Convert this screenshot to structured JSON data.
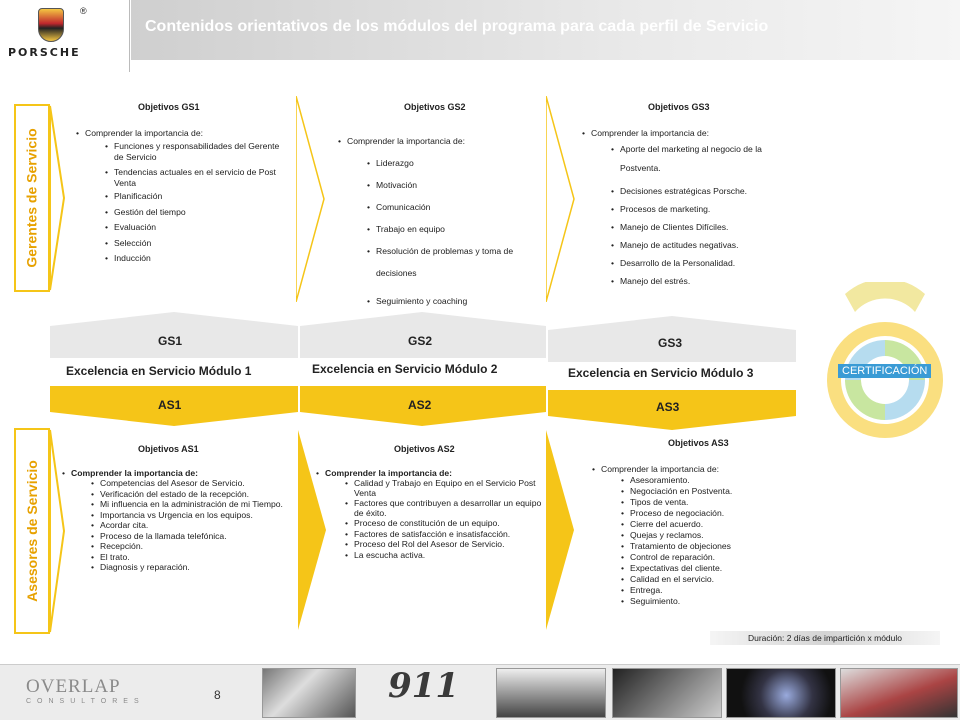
{
  "header": {
    "brand": "PORSCHE",
    "registered": "®",
    "title": "Contenidos orientativos de los módulos del programa para cada perfil de Servicio"
  },
  "side_labels": {
    "managers": "Gerentes de Servicio",
    "advisors": "Asesores de Servicio"
  },
  "gs1": {
    "title": "Objetivos GS1",
    "intro": "Comprender la importancia de:",
    "items": [
      "Funciones y responsabilidades del Gerente de Servicio",
      "Tendencias actuales en el servicio de Post Venta",
      "Planificación",
      "Gestión del tiempo",
      "Evaluación",
      "Selección",
      "Inducción"
    ]
  },
  "gs2": {
    "title": "Objetivos GS2",
    "intro": "Comprender la importancia de:",
    "items": [
      "Liderazgo",
      "Motivación",
      "Comunicación",
      "Trabajo en equipo",
      "Resolución de problemas y toma de decisiones",
      "Seguimiento y coaching"
    ]
  },
  "gs3": {
    "title": "Objetivos GS3",
    "intro": "Comprender la importancia de:",
    "items": [
      "Aporte del marketing al negocio de la Postventa.",
      "Decisiones estratégicas Porsche.",
      "Procesos de marketing.",
      "Manejo de Clientes Difíciles.",
      "Manejo de actitudes negativas.",
      "Desarrollo de la Personalidad.",
      "Manejo del estrés."
    ]
  },
  "modules": [
    {
      "top": "GS1",
      "name": "Excelencia en Servicio Módulo 1",
      "bottom": "AS1"
    },
    {
      "top": "GS2",
      "name": "Excelencia en Servicio Módulo 2",
      "bottom": "AS2"
    },
    {
      "top": "GS3",
      "name": "Excelencia en Servicio Módulo 3",
      "bottom": "AS3"
    }
  ],
  "certification": "CERTIFICACIÓN",
  "as1": {
    "title": "Objetivos AS1",
    "intro": "Comprender la importancia de:",
    "items": [
      "Competencias del Asesor de Servicio.",
      "Verificación del estado de la recepción.",
      "Mi influencia en la administración de mi Tiempo.",
      "Importancia vs Urgencia en los equipos.",
      "Acordar cita.",
      "Proceso de la llamada telefónica.",
      "Recepción.",
      "El trato.",
      "Diagnosis y reparación."
    ]
  },
  "as2": {
    "title": "Objetivos AS2",
    "intro": "Comprender la importancia de:",
    "items": [
      "Calidad y Trabajo en Equipo en el Servicio Post Venta",
      "Factores que contribuyen a desarrollar un equipo de éxito.",
      "Proceso de constitución de un equipo.",
      "Factores de satisfacción e insatisfacción.",
      "Proceso del Rol del Asesor de Servicio.",
      "La escucha activa."
    ]
  },
  "as3": {
    "title": "Objetivos AS3",
    "intro": "Comprender la importancia de:",
    "items": [
      "Asesoramiento.",
      "Negociación en Postventa.",
      "Tipos de venta.",
      "Proceso de negociación.",
      "Cierre del acuerdo.",
      "Quejas y reclamos.",
      "Tratamiento de objeciones",
      "Control de reparación.",
      "Expectativas del cliente.",
      "Calidad en el servicio.",
      "Entrega.",
      "Seguimiento."
    ]
  },
  "duration": "Duración: 2 días de impartición x módulo",
  "footer": {
    "company": "OVERLAP",
    "company_sub": "CONSULTORES",
    "page": "8",
    "model": "911"
  },
  "colors": {
    "accent_yellow": "#f5c518",
    "accent_orange": "#e7a100",
    "grey_chevron": "#e6e6e6",
    "cert_blue": "#3a9bd5"
  }
}
